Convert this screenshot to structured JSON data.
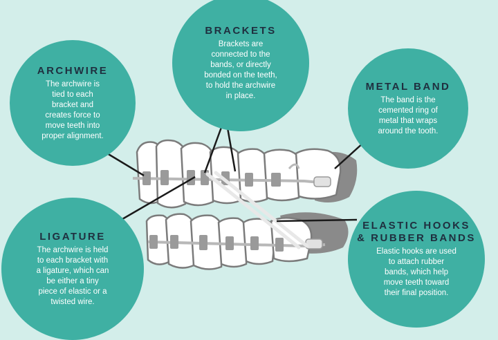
{
  "colors": {
    "background": "#d3eeea",
    "bubble": "#3fb0a3",
    "heading": "#1f2f3f",
    "body_text": "#ffffff",
    "tooth": "#ffffff",
    "tooth_outline": "#7b7b7b",
    "gum_shadow": "#8a8a8a",
    "wire": "#b8b8b8",
    "pointer": "#1a1a1a"
  },
  "labels": {
    "brackets": {
      "title": "BRACKETS",
      "text": [
        "Brackets are",
        "connected to the",
        "bands, or directly",
        "bonded on the teeth,",
        "to hold the archwire",
        "in place."
      ]
    },
    "archwire": {
      "title": "ARCHWIRE",
      "text": [
        "The archwire is",
        "tied to each",
        "bracket and",
        "creates force to",
        "move teeth into",
        "proper alignment."
      ]
    },
    "metal_band": {
      "title": "METAL BAND",
      "text": [
        "The band is the",
        "cemented ring of",
        "metal that wraps",
        "around the tooth."
      ]
    },
    "ligature": {
      "title": "LIGATURE",
      "text": [
        "The archwire is held",
        "to each bracket with",
        "a ligature, which can",
        "be either a tiny",
        "piece of elastic or a",
        "twisted wire."
      ]
    },
    "elastic_hooks": {
      "title_lines": [
        "ELASTIC HOOKS",
        "& RUBBER BANDS"
      ],
      "text": [
        "Elastic hooks are used",
        "to attach rubber",
        "bands, which help",
        "move teeth toward",
        "their final position."
      ]
    }
  }
}
